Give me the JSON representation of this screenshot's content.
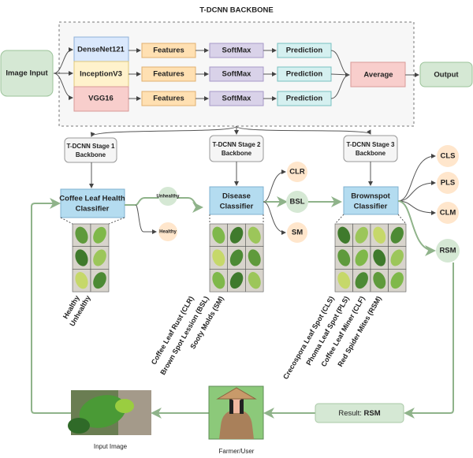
{
  "title": "T-DCNN BACKBONE",
  "input": "Image Input",
  "output": "Output",
  "average": "Average",
  "models": [
    {
      "name": "DenseNet121",
      "color": "#dae8fc"
    },
    {
      "name": "InceptionV3",
      "color": "#fff2cc"
    },
    {
      "name": "VGG16",
      "color": "#f8cecc"
    }
  ],
  "pipeline": {
    "features": "Features",
    "softmax": "SoftMax",
    "prediction": "Prediction"
  },
  "colors": {
    "features": "#ffe0b2",
    "softmax": "#d9d2e9",
    "prediction": "#d5f0f0",
    "classifier": "#b4dcf0",
    "green": "#d5e8d4",
    "orange": "#ffe6cc"
  },
  "stages": [
    {
      "backbone_line1": "T-DCNN Stage 1",
      "backbone_line2": "Backbone",
      "classifier_line1": "Coffee Leaf Health",
      "classifier_line2": "Classifier",
      "outputs": [
        "Unhealthy",
        "Healthy"
      ],
      "classes": [
        "Healthy",
        "Unhealthy"
      ]
    },
    {
      "backbone_line1": "T-DCNN Stage 2",
      "backbone_line2": "Backbone",
      "classifier_line1": "Disease",
      "classifier_line2": "Classifier",
      "outputs": [
        "CLR",
        "BSL",
        "SM"
      ],
      "classes": [
        "Coffee Leaf Rust (CLR)",
        "Brown Spot Lession (BSL)",
        "Sooty Molds (SM)"
      ]
    },
    {
      "backbone_line1": "T-DCNN Stage 3",
      "backbone_line2": "Backbone",
      "classifier_line1": "Brownspot",
      "classifier_line2": "Classifier",
      "outputs": [
        "CLS",
        "PLS",
        "CLM",
        "RSM"
      ],
      "classes": [
        "Crecospora Leaf Spot (CLS)",
        "Phoma Leaf Spot (PLS)",
        "Coffee Leaf Miner (CLF)",
        "Red Spider Mites (RSM)"
      ]
    }
  ],
  "result": {
    "label": "Result:",
    "value": "RSM"
  },
  "input_image_label": "Input Image",
  "farmer_label": "Farmer/User"
}
